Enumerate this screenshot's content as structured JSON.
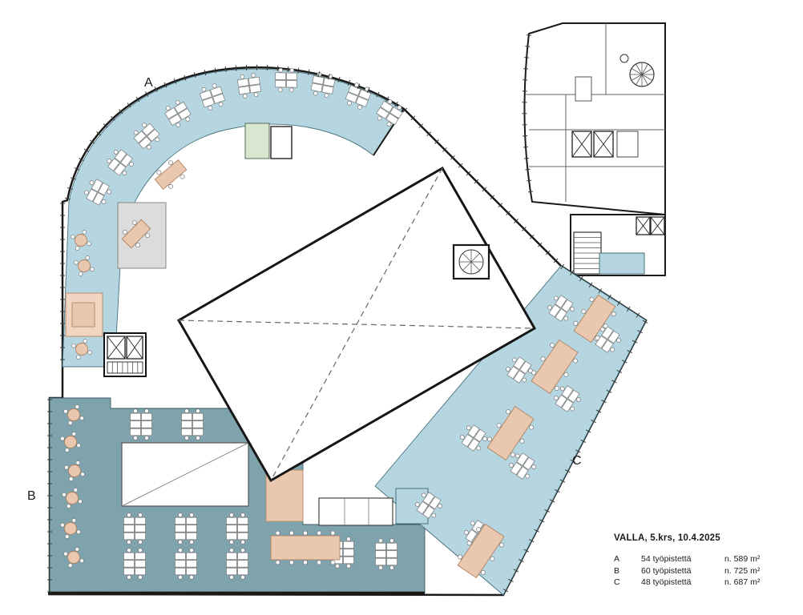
{
  "title": "VALLA, 5.krs, 10.4.2025",
  "zones": {
    "a": "A",
    "b": "B",
    "c": "C"
  },
  "legend": {
    "rows": [
      {
        "zone": "A",
        "workstations": "54 työpistettä",
        "area": "n. 589 m²"
      },
      {
        "zone": "B",
        "workstations": "60 työpistettä",
        "area": "n. 725 m²"
      },
      {
        "zone": "C",
        "workstations": "48 työpistettä",
        "area": "n. 687 m²"
      }
    ]
  },
  "colors": {
    "zone_light_blue": "#b5d6e0",
    "zone_slate": "#7fa3ac",
    "furniture_salmon": "#eac8af",
    "wall": "#1a1a1a"
  }
}
